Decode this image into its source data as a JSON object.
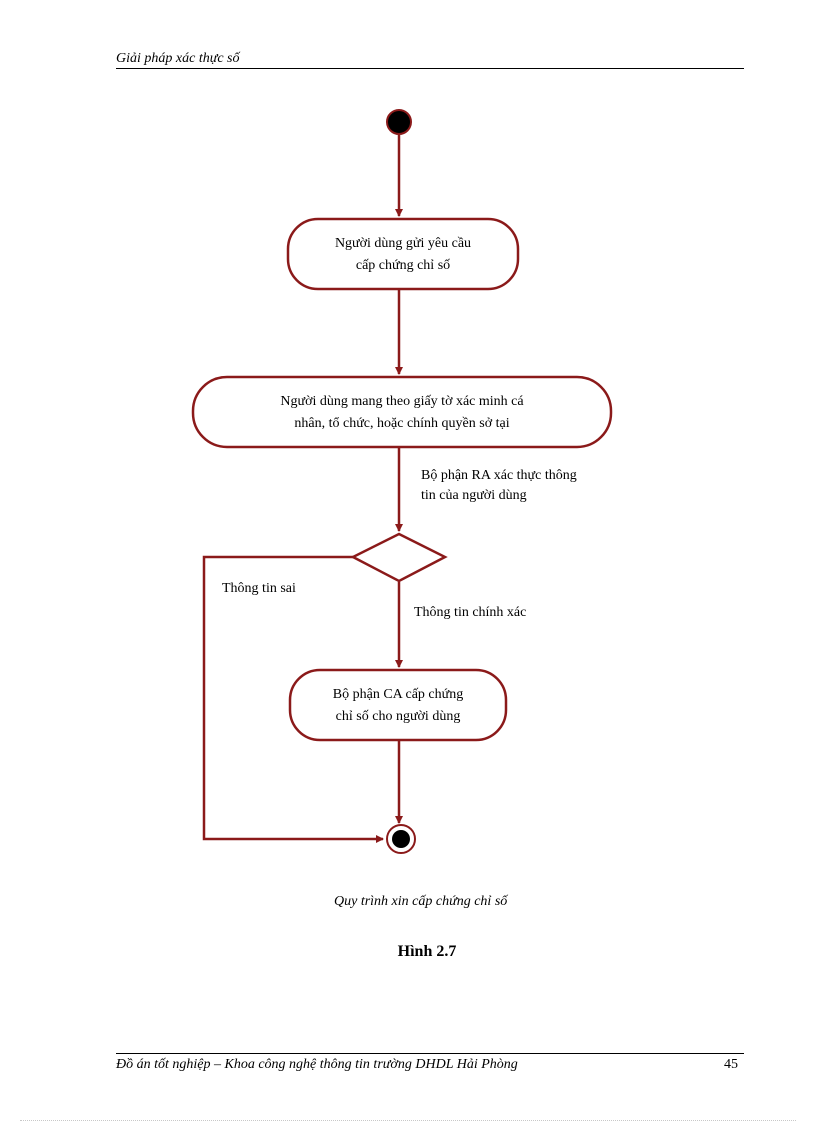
{
  "header": {
    "title": "Giải pháp xác thực số"
  },
  "diagram": {
    "nodes": {
      "request": {
        "line1": "Người dùng gửi yêu cầu",
        "line2": "cấp chứng chỉ số"
      },
      "documents": {
        "line1": "Người dùng mang theo giấy tờ xác minh cá",
        "line2": "nhân, tổ chức, hoặc chính quyền sở tại"
      },
      "issue": {
        "line1": "Bộ phận CA cấp chứng",
        "line2": "chỉ số cho người dùng"
      }
    },
    "labels": {
      "ra_verify_line1": "Bộ phận RA xác thực thông",
      "ra_verify_line2": "tin của người dùng",
      "wrong_info": "Thông tin sai",
      "correct_info": "Thông tin chính xác"
    },
    "colors": {
      "stroke": "#8b1a1a",
      "node_fill": "#ffffff",
      "terminal": "#000000"
    }
  },
  "caption": "Quy trình xin cấp chứng chỉ số",
  "figure_number": "Hình 2.7",
  "footer": {
    "text": "Đồ án tốt nghiệp – Khoa công nghệ thông tin trường DHDL Hải Phòng",
    "page_number": "45"
  }
}
